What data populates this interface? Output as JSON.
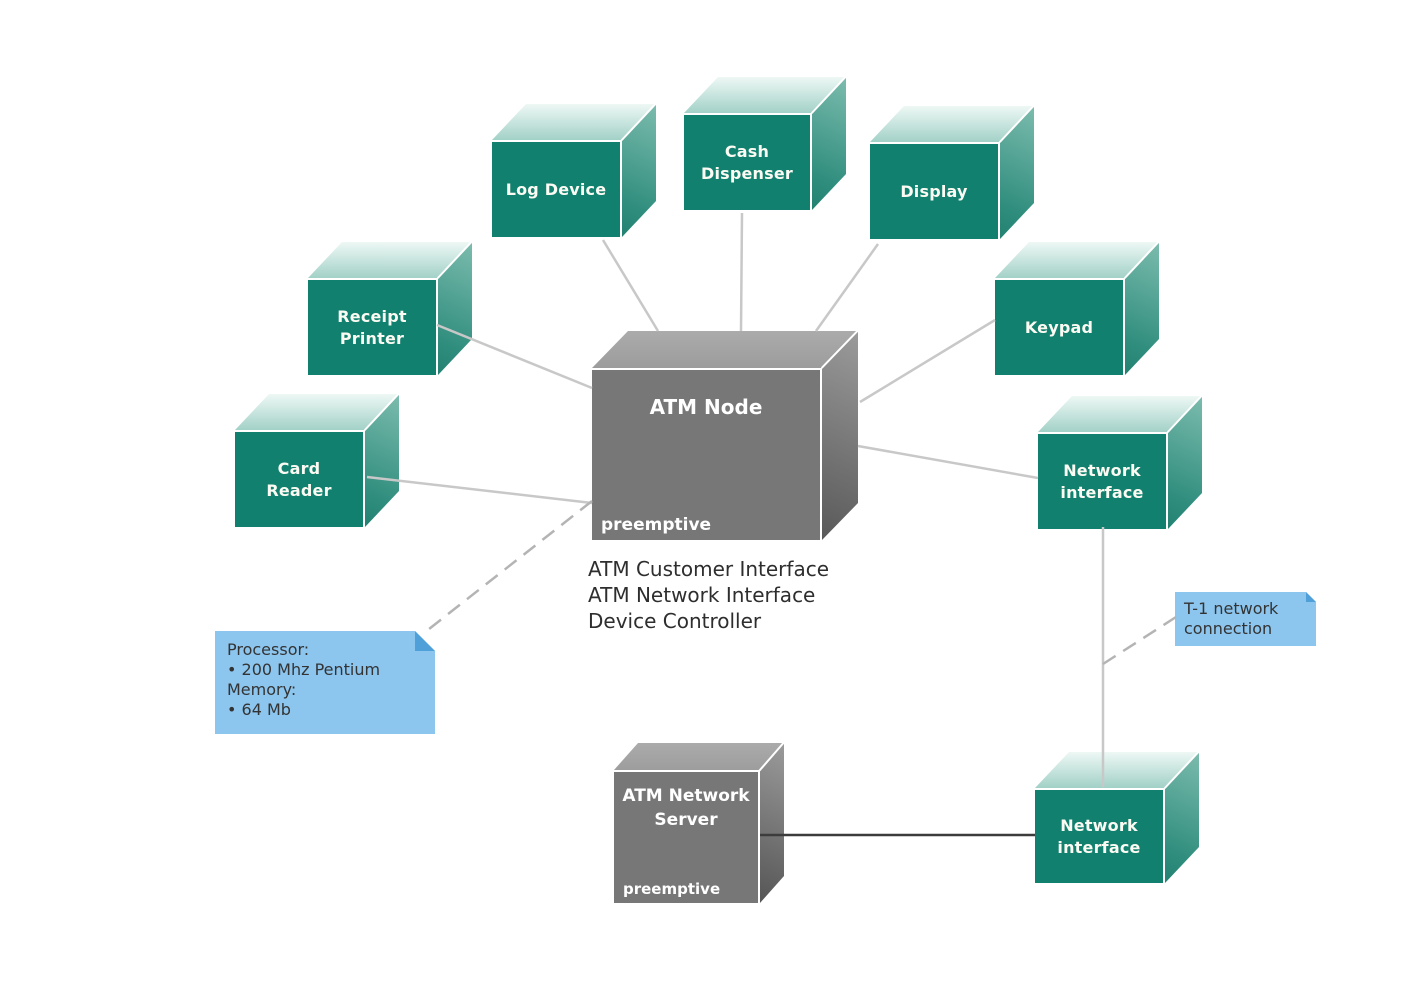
{
  "colors": {
    "device_teal": "#11806F",
    "processor_gray": "#777777",
    "note_blue": "#8CC5EE",
    "note_fold_blue": "#4F9FD9",
    "connector_gray": "#C8C8C8",
    "connector_dashed_gray": "#B4B4B4",
    "connector_dark": "#3C3C3C",
    "label_white": "#FBFBF3",
    "text_dark": "#2E2E2E"
  },
  "devices": {
    "log_device": {
      "label": "Log Device"
    },
    "cash_dispenser": {
      "label": "Cash\nDispenser"
    },
    "display": {
      "label": "Display"
    },
    "keypad": {
      "label": "Keypad"
    },
    "network_interface_right": {
      "label": "Network\ninterface"
    },
    "receipt_printer": {
      "label": "Receipt\nPrinter"
    },
    "card_reader": {
      "label": "Card\nReader"
    },
    "network_interface_bottom": {
      "label": "Network\ninterface"
    }
  },
  "atm_node": {
    "title": "ATM Node",
    "tag": "preemptive",
    "artifacts": [
      "ATM Customer Interface",
      "ATM Network Interface",
      "Device Controller"
    ]
  },
  "atm_server": {
    "title": "ATM Network\nServer",
    "tag": "preemptive"
  },
  "notes": {
    "hardware_specs": {
      "text": "Processor:\n• 200 Mhz Pentium\nMemory:\n• 64 Mb"
    },
    "t1": {
      "text": "T-1 network\nconnection"
    }
  }
}
